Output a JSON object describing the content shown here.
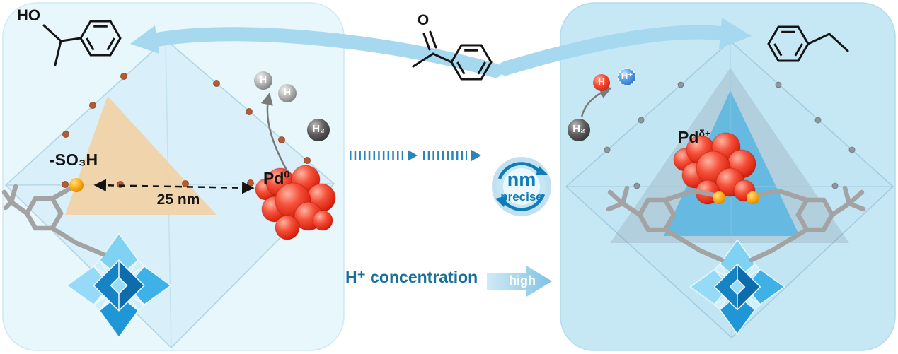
{
  "panels": {
    "left": {
      "product_label": "HO",
      "so3h_label": "-SO₃H",
      "distance_label": "25 nm",
      "pd_label": {
        "base": "Pd",
        "sup": "0"
      },
      "hydrogen_atoms": [
        "H",
        "H"
      ],
      "h2_label": "H₂"
    },
    "right": {
      "pd_label": {
        "base": "Pd",
        "sup": "δ+"
      },
      "h2_label": "H₂",
      "proton_red_label": "H",
      "proton_blue_label": "H⁺"
    }
  },
  "center": {
    "carbonyl_o_label": "O",
    "badge": {
      "top": "nm",
      "bottom": "precise"
    },
    "concentration_label": "H⁺ concentration",
    "concentration_level": "high"
  },
  "molecules": {
    "left_product": "1-phenylethanol",
    "reactant": "acetophenone",
    "right_product": "ethylbenzene"
  },
  "colors": {
    "panel_left_bg": "#e7f7fc",
    "panel_right_bg": "#c6e8f5",
    "accent_blue": "#0f7cb8",
    "arrow_blue": "#a6d8ef",
    "pd_red": "#da2410",
    "sulfonate_yellow": "#ffb21e",
    "concentration_text": "#186f99"
  }
}
